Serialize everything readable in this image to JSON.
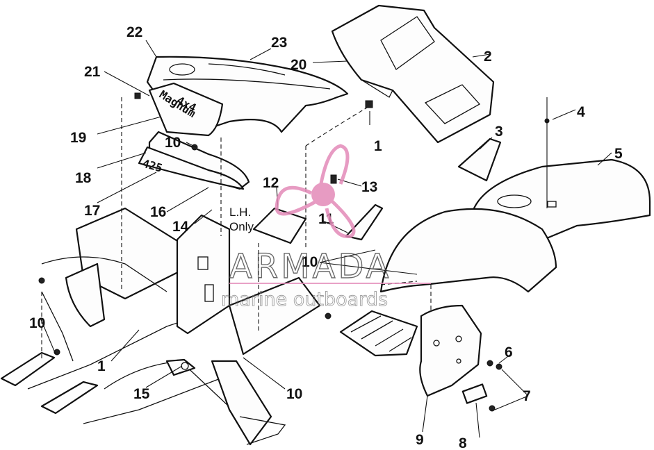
{
  "diagram": {
    "callouts": [
      "22",
      "21",
      "23",
      "20",
      "2",
      "19",
      "10",
      "18",
      "1",
      "17",
      "16",
      "14",
      "12",
      "13",
      "11",
      "3",
      "4",
      "5",
      "10",
      "10",
      "1",
      "15",
      "10",
      "6",
      "7",
      "8",
      "9"
    ],
    "note_line1": "L.H.",
    "note_line2": "Only",
    "decal_425": "425",
    "decal_4x4": "4x4",
    "decal_magnum": "Magnum"
  },
  "watermark": {
    "brand": "ARMADA",
    "tagline": "marine outboards",
    "accent_color": "#e38ab8"
  }
}
